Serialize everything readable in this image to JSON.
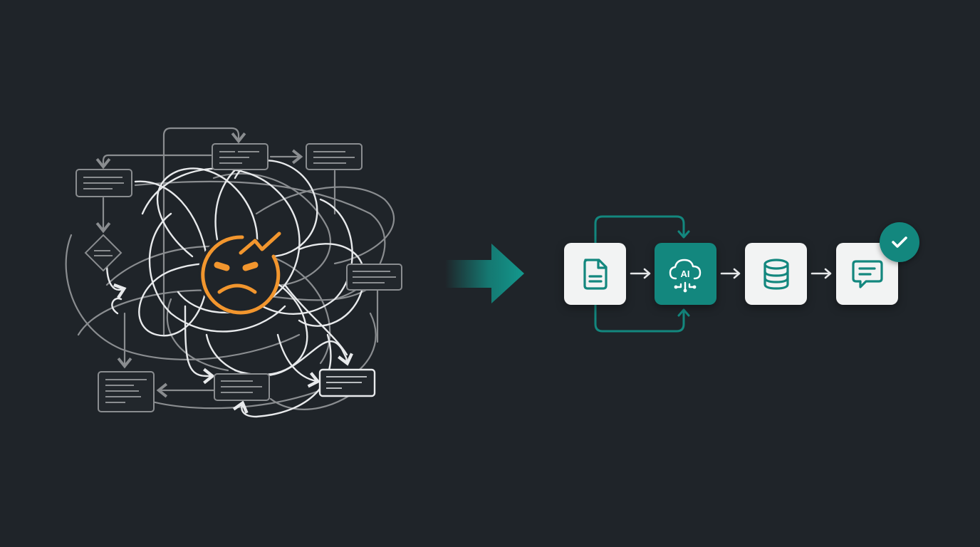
{
  "diagram": {
    "concept": "Chaotic tangled workflow transformed into a streamlined AI pipeline",
    "left_panel": {
      "name": "chaotic-workflow",
      "center_icon": "frustrated-face-icon",
      "accent_color": "#f2962e",
      "line_colors": [
        "#8a8d90",
        "#e8eaec"
      ],
      "box_count": 7,
      "decision_diamond_count": 1
    },
    "transition_arrow": {
      "icon": "arrow-right-icon",
      "color": "#13877e"
    },
    "pipeline": {
      "steps": [
        {
          "id": "document",
          "icon": "document-icon",
          "label": ""
        },
        {
          "id": "ai",
          "icon": "ai-cloud-icon",
          "label": "AI"
        },
        {
          "id": "database",
          "icon": "database-icon",
          "label": ""
        },
        {
          "id": "chat",
          "icon": "chat-bubble-icon",
          "label": ""
        }
      ],
      "completion_badge": "checkmark-icon",
      "accent_color": "#13877e",
      "node_background": "#f2f3f3"
    },
    "background_color": "#1f2429"
  }
}
